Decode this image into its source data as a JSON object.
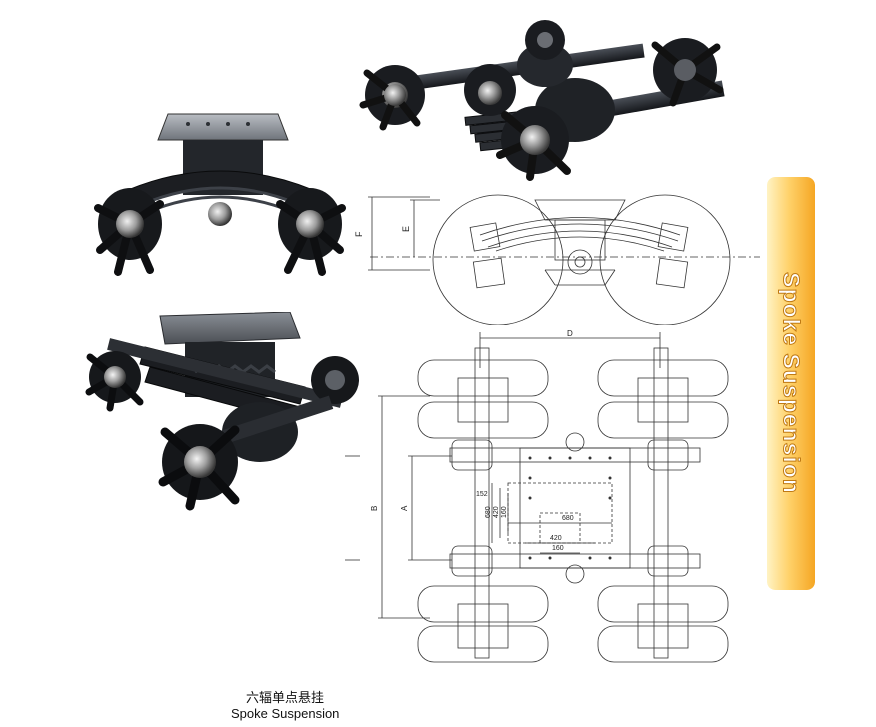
{
  "side_tab": {
    "label": "Spoke Suspension",
    "color_light": "#fff3c4",
    "color_mid": "#ffd26b",
    "color_dark": "#f5a623"
  },
  "caption": {
    "chinese": "六辐单点悬挂",
    "english": "Spoke Suspension"
  },
  "side_view_labels": {
    "dim_f": "F",
    "dim_e": "E"
  },
  "top_view_labels": {
    "dim_d": "D",
    "dim_b": "B",
    "dim_a": "A",
    "dim_152": "152",
    "dim_680_v": "680",
    "dim_420_v": "420",
    "dim_160_v": "160",
    "dim_680_h": "680",
    "dim_420_h": "420",
    "dim_160_h": "160"
  },
  "photos": [
    "suspension-photo-top",
    "suspension-photo-front",
    "suspension-photo-bottom"
  ]
}
